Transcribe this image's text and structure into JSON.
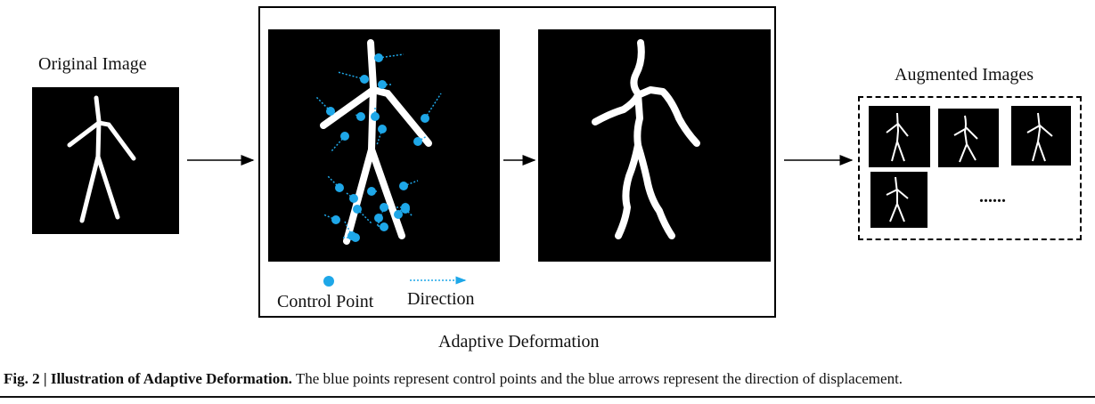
{
  "labels": {
    "original": "Original Image",
    "augmented": "Augmented Images",
    "control_point": "Control Point",
    "direction": "Direction",
    "adaptive": "Adaptive Deformation",
    "ellipsis": "......"
  },
  "caption": {
    "fig": "Fig. 2 | ",
    "title": "Illustration of Adaptive Deformation.",
    "text": " The blue points represent control points and the blue arrows represent the direction of displacement."
  },
  "colors": {
    "control_point": "#1ea7e8",
    "background": "#000000",
    "figure": "#ffffff"
  }
}
